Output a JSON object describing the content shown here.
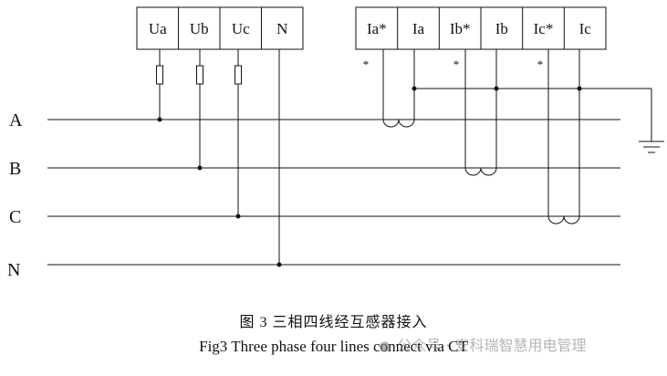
{
  "figure": {
    "caption_cn": "图 3  三相四线经互感器接入",
    "caption_en": "Fig3    Three phase four lines connect via CT"
  },
  "watermark": {
    "icon": "wechat-icon",
    "text": "公众号 · 安科瑞智慧用电管理"
  },
  "voltage_terminals": [
    "Ua",
    "Ub",
    "Uc",
    "N"
  ],
  "current_terminals": [
    "Ia*",
    "Ia",
    "Ib*",
    "Ib",
    "Ic*",
    "Ic"
  ],
  "lines": [
    "A",
    "B",
    "C",
    "N"
  ],
  "polarity_mark": "*",
  "colors": {
    "stroke": "#111111",
    "text": "#111111",
    "background": "#ffffff"
  }
}
